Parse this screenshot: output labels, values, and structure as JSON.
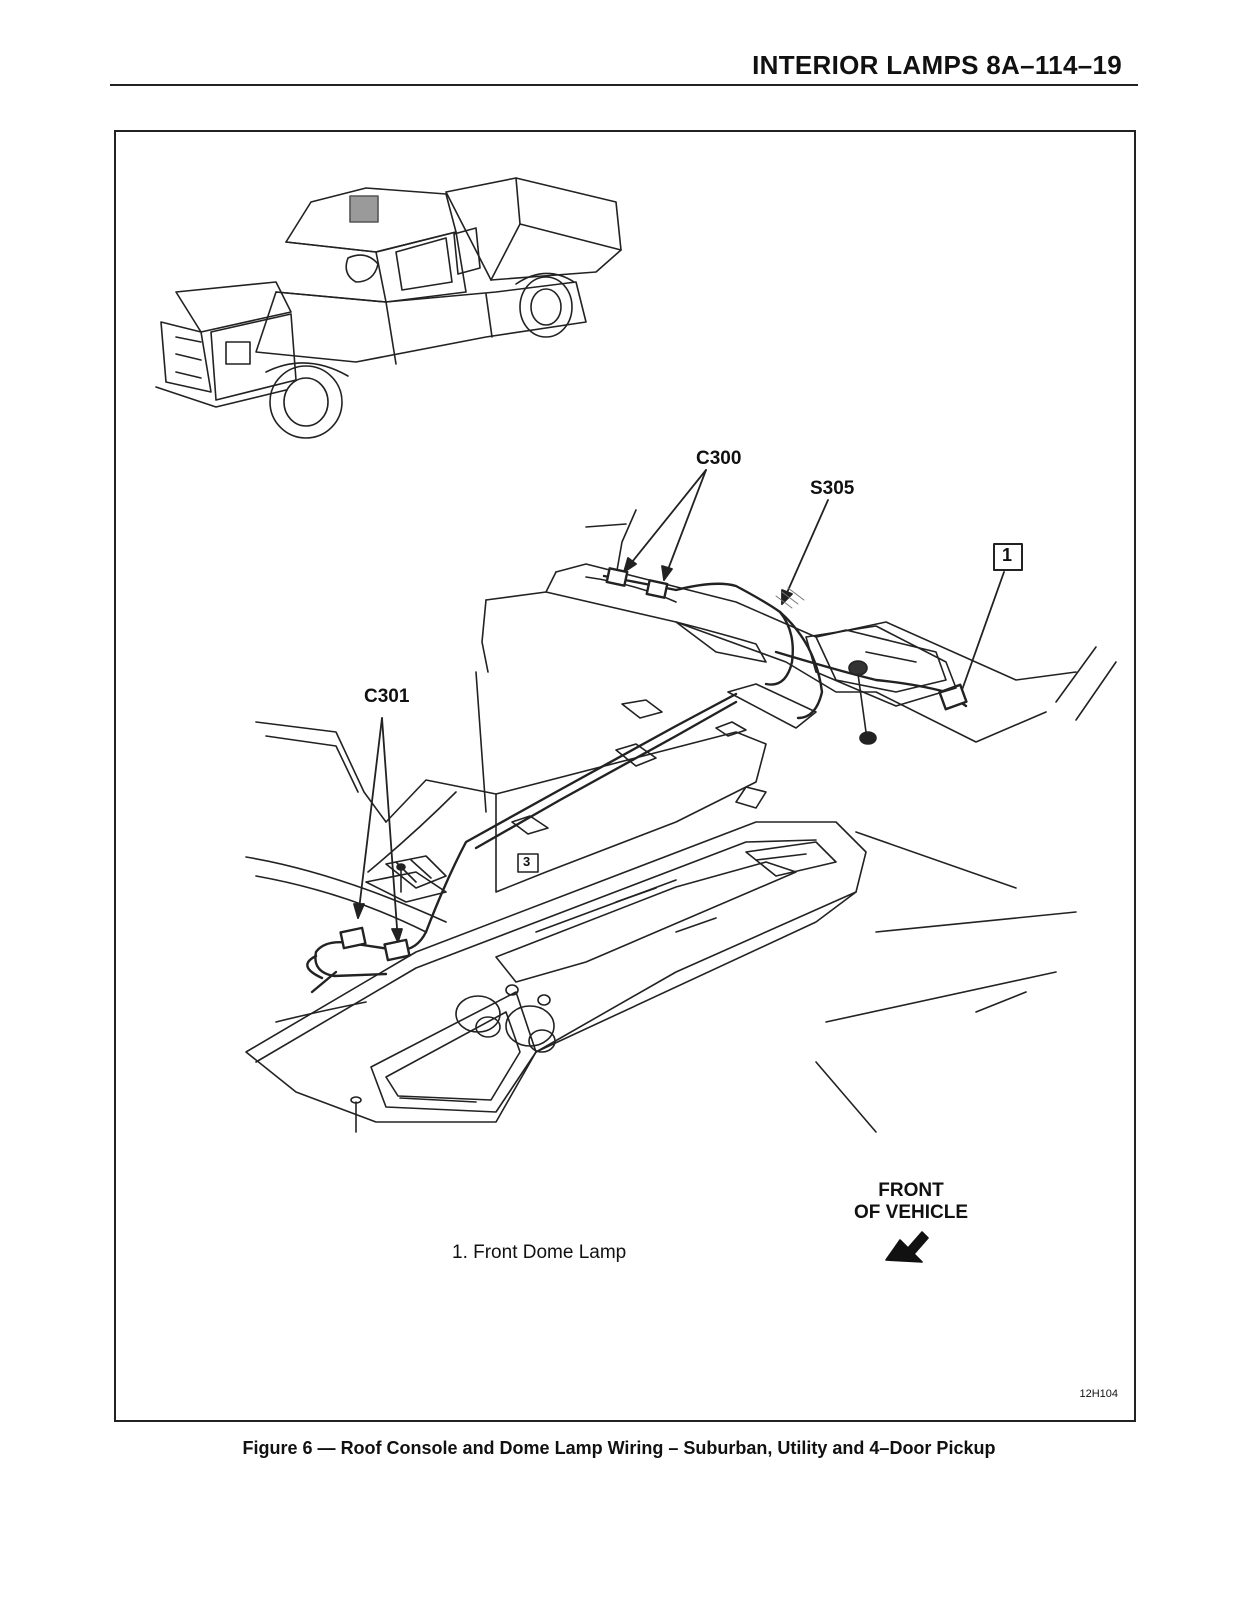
{
  "header": {
    "title": "INTERIOR LAMPS  8A–114–19"
  },
  "figure": {
    "callouts": {
      "c300": "C300",
      "s305": "S305",
      "c301": "C301",
      "item1": "1",
      "item3": "3"
    },
    "legend": [
      "1.  Front Dome Lamp"
    ],
    "front": {
      "line1": "FRONT",
      "line2": "OF VEHICLE"
    },
    "code": "12H104"
  },
  "caption": "Figure 6 — Roof Console and Dome Lamp Wiring – Suburban, Utility and 4–Door Pickup"
}
